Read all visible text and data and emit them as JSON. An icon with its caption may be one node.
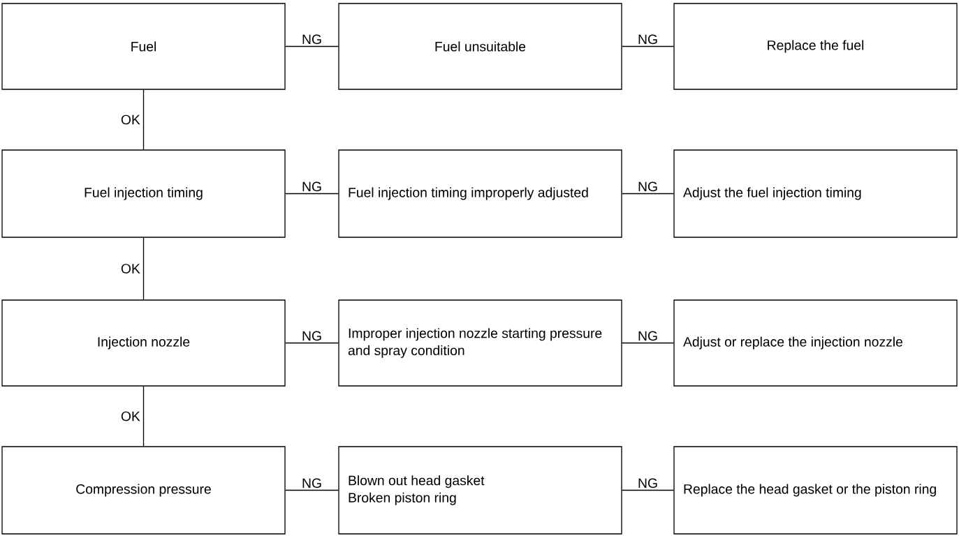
{
  "diagram": {
    "nodes": [
      {
        "text": [
          "Fuel"
        ]
      },
      {
        "text": [
          "Fuel unsuitable"
        ]
      },
      {
        "text": [
          "Replace the fuel"
        ]
      },
      {
        "text": [
          "Fuel injection timing"
        ]
      },
      {
        "text": [
          "Fuel injection timing improperly adjusted"
        ]
      },
      {
        "text": [
          "Adjust the fuel injection timing"
        ]
      },
      {
        "text": [
          "Injection nozzle"
        ]
      },
      {
        "text": [
          "Improper injection nozzle starting pressure and spray condition"
        ]
      },
      {
        "text": [
          "Adjust or replace the injection nozzle"
        ]
      },
      {
        "text": [
          "Compression pressure"
        ]
      },
      {
        "text": [
          "Blown out head gasket",
          "Broken piston ring"
        ]
      },
      {
        "text": [
          "Replace the head gasket or the piston ring"
        ]
      }
    ],
    "edges": [
      {
        "from": 0,
        "to": 1,
        "arrow": "none",
        "label": "NG"
      },
      {
        "from": 1,
        "to": 2,
        "arrow": "none",
        "label": "NG"
      },
      {
        "from": 0,
        "to": 3,
        "arrow": "none",
        "label": "OK"
      },
      {
        "from": 3,
        "to": 4,
        "arrow": "none",
        "label": "NG"
      },
      {
        "from": 4,
        "to": 5,
        "arrow": "none",
        "label": "NG"
      },
      {
        "from": 3,
        "to": 6,
        "arrow": "none",
        "label": "OK"
      },
      {
        "from": 6,
        "to": 7,
        "arrow": "none",
        "label": "NG"
      },
      {
        "from": 7,
        "to": 8,
        "arrow": "none",
        "label": "NG"
      },
      {
        "from": 6,
        "to": 9,
        "arrow": "none",
        "label": "OK"
      },
      {
        "from": 9,
        "to": 10,
        "arrow": "none",
        "label": "NG"
      },
      {
        "from": 10,
        "to": 11,
        "arrow": "none",
        "label": "NG"
      }
    ]
  }
}
